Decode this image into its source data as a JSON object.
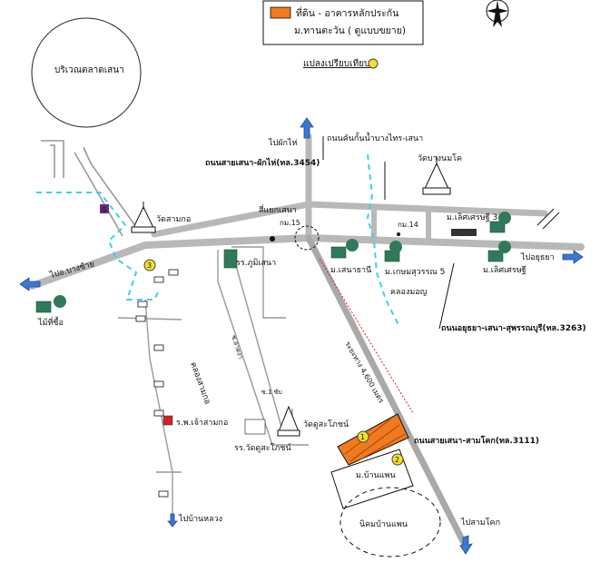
{
  "legend": {
    "title": "ที่ดิน - อาคารหลักประกัน",
    "subtitle": "ม.ทานตะวัน ( ดูแบบขยาย)",
    "pin_note": "แปลงเปรียบเทียบ",
    "parcel_color": "#f07a20"
  },
  "compass": {
    "north": "N"
  },
  "places": {
    "market_area": "บริเวณตลาดเสนา",
    "to_phak_hai": "ไปผักไห่",
    "road_sena_phakhai": "ถนนสายเสนา-ผักไห่(ทล.3454)",
    "dyke_road": "ถนนคันกั้นน้ำบางไทร-เสนา",
    "wat_bang_nom_kho": "วัดบางนมโค",
    "wat_sam_kor": "วัดสามกอ",
    "si_yaek_sena": "สี่แยกเสนา",
    "km_15": "กม.15",
    "km_14": "กม.14",
    "m_lert_sethi_3": "ม.เลิศเศรษฐี 3",
    "m_lert_sethi": "ม.เลิศเศรษฐี",
    "to_ayutthaya": "ไปอยุธยา",
    "to_bang_sai": "ไปอ.บางซ้าย",
    "mini_zone": "ไม้ที่ซื้อ",
    "sena_school": "รร.ภูมิเสนา",
    "m_sena_thani": "ม.เสนาธานี",
    "m_kasem_sukhon": "ม.เกษมสุวรรณ 5",
    "khlong_mon": "คลองมอญ",
    "road_ayutthaya_suphan": "ถนนอยุธยา-เสนา-สุพรรณบุรี(ทล.3263)",
    "khlong_sam_kor": "คลองสามกอ",
    "soi_1": "ซ.1 ซับ",
    "soi_vertical": "ซ.ลาดงา",
    "distance_note": "ระยะทาง 4,600 เมตร",
    "hospital": "ร.พ.เจ้าสามกอ",
    "wat_khu_pho": "วัดดูสะโภชน์",
    "school_khu_pho": "รร.วัดดูสะโภชน์",
    "road_sena_samkok": "ถนนสายเสนา-สามโคก(ทล.3111)",
    "m_ban_phaen": "ม.บ้านแพน",
    "ban_phaen_market": "นิคมบ้านแพน",
    "to_sam_khok": "ไปสามโคก",
    "to_ban_luang": "ไปบ้านหลวง"
  },
  "markers": {
    "m1": "1",
    "m2": "2",
    "m3": "3",
    "g": "G"
  },
  "colors": {
    "road": "#b8b8b8",
    "road_edge": "#9a9a9a",
    "water": "#3fd0e8",
    "arrow": "#3a78d4",
    "marker": "#f3e227",
    "tree": "#2f7a5a"
  }
}
